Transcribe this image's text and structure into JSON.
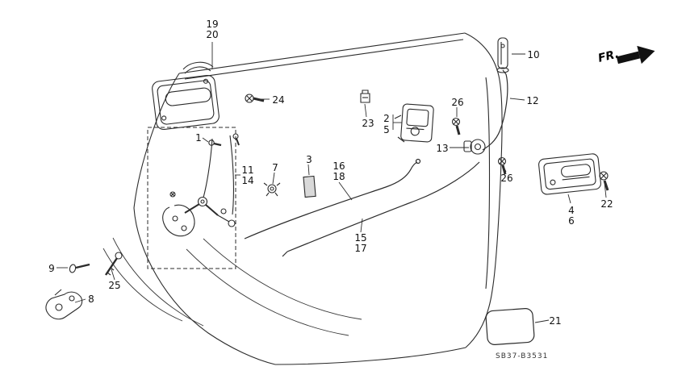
{
  "meta": {
    "direction_label": "FR.",
    "drawing_code": "SB37-B3531"
  },
  "callouts": [
    {
      "id": "19",
      "text": "19"
    },
    {
      "id": "20",
      "text": "20"
    },
    {
      "id": "10",
      "text": "10"
    },
    {
      "id": "24",
      "text": "24"
    },
    {
      "id": "23",
      "text": "23"
    },
    {
      "id": "2",
      "text": "2"
    },
    {
      "id": "5",
      "text": "5"
    },
    {
      "id": "26-upper",
      "text": "26"
    },
    {
      "id": "12",
      "text": "12"
    },
    {
      "id": "13",
      "text": "13"
    },
    {
      "id": "26-lower",
      "text": "26"
    },
    {
      "id": "22",
      "text": "22"
    },
    {
      "id": "4",
      "text": "4"
    },
    {
      "id": "6",
      "text": "6"
    },
    {
      "id": "1",
      "text": "1"
    },
    {
      "id": "11",
      "text": "11"
    },
    {
      "id": "14",
      "text": "14"
    },
    {
      "id": "7",
      "text": "7"
    },
    {
      "id": "3",
      "text": "3"
    },
    {
      "id": "16",
      "text": "16"
    },
    {
      "id": "18",
      "text": "18"
    },
    {
      "id": "15",
      "text": "15"
    },
    {
      "id": "17",
      "text": "17"
    },
    {
      "id": "9",
      "text": "9"
    },
    {
      "id": "25",
      "text": "25"
    },
    {
      "id": "8",
      "text": "8"
    },
    {
      "id": "21",
      "text": "21"
    }
  ]
}
